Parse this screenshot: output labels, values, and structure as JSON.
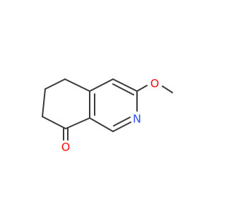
{
  "molecule": {
    "atoms": {
      "oxygen_methoxy": {
        "symbol": "O",
        "color": "#ff0d0d"
      },
      "nitrogen_ring": {
        "symbol": "N",
        "color": "#3050f8"
      },
      "oxygen_ketone": {
        "symbol": "O",
        "color": "#ff0d0d"
      }
    },
    "bond_color": "#3a3a3a",
    "background": "#ffffff"
  }
}
